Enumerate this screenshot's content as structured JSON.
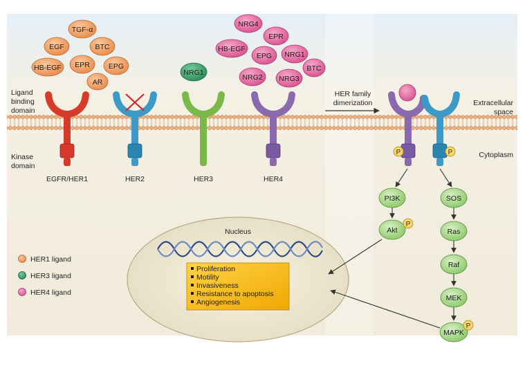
{
  "labels": {
    "ligand_binding": [
      "Ligand",
      "binding",
      "domain"
    ],
    "kinase": [
      "Kinase",
      "domain"
    ],
    "extracellular": [
      "Extracellular",
      "space"
    ],
    "cytoplasm": "Cytoplasm",
    "dimerization": [
      "HER family",
      "dimerization"
    ],
    "nucleus": "Nucleus",
    "phospho": "P"
  },
  "receptors": {
    "egfr": "EGFR/HER1",
    "her2": "HER2",
    "her3": "HER3",
    "her4": "HER4"
  },
  "ligands": {
    "her1": [
      "TGF-α",
      "EGF",
      "BTC",
      "EPR",
      "EPG",
      "HB-EGF",
      "AR"
    ],
    "her3": [
      "NRG1"
    ],
    "her4": [
      "NRG4",
      "EPR",
      "HB-EGF",
      "EPG",
      "NRG1",
      "BTC",
      "NRG2",
      "NRG3"
    ]
  },
  "pathway": {
    "left": [
      "PI3K",
      "Akt"
    ],
    "right": [
      "SOS",
      "Ras",
      "Raf",
      "MEK",
      "MAPK"
    ]
  },
  "outcomes": [
    "Proliferation",
    "Motility",
    "Invasiveness",
    "Resistance to apoptosis",
    "Angiogenesis"
  ],
  "legend": [
    "HER1 ligand",
    "HER3 ligand",
    "HER4 ligand"
  ],
  "colors": {
    "her1_ligand": "#f0a064",
    "her3_ligand": "#3a9a6a",
    "her4_ligand": "#e070a0",
    "egfr": "#d83a2a",
    "her2": "#3c9ac8",
    "her3": "#7ab84a",
    "her4": "#8a6aae",
    "node": "#a8d88a",
    "outcome_box": "#f7b800"
  }
}
